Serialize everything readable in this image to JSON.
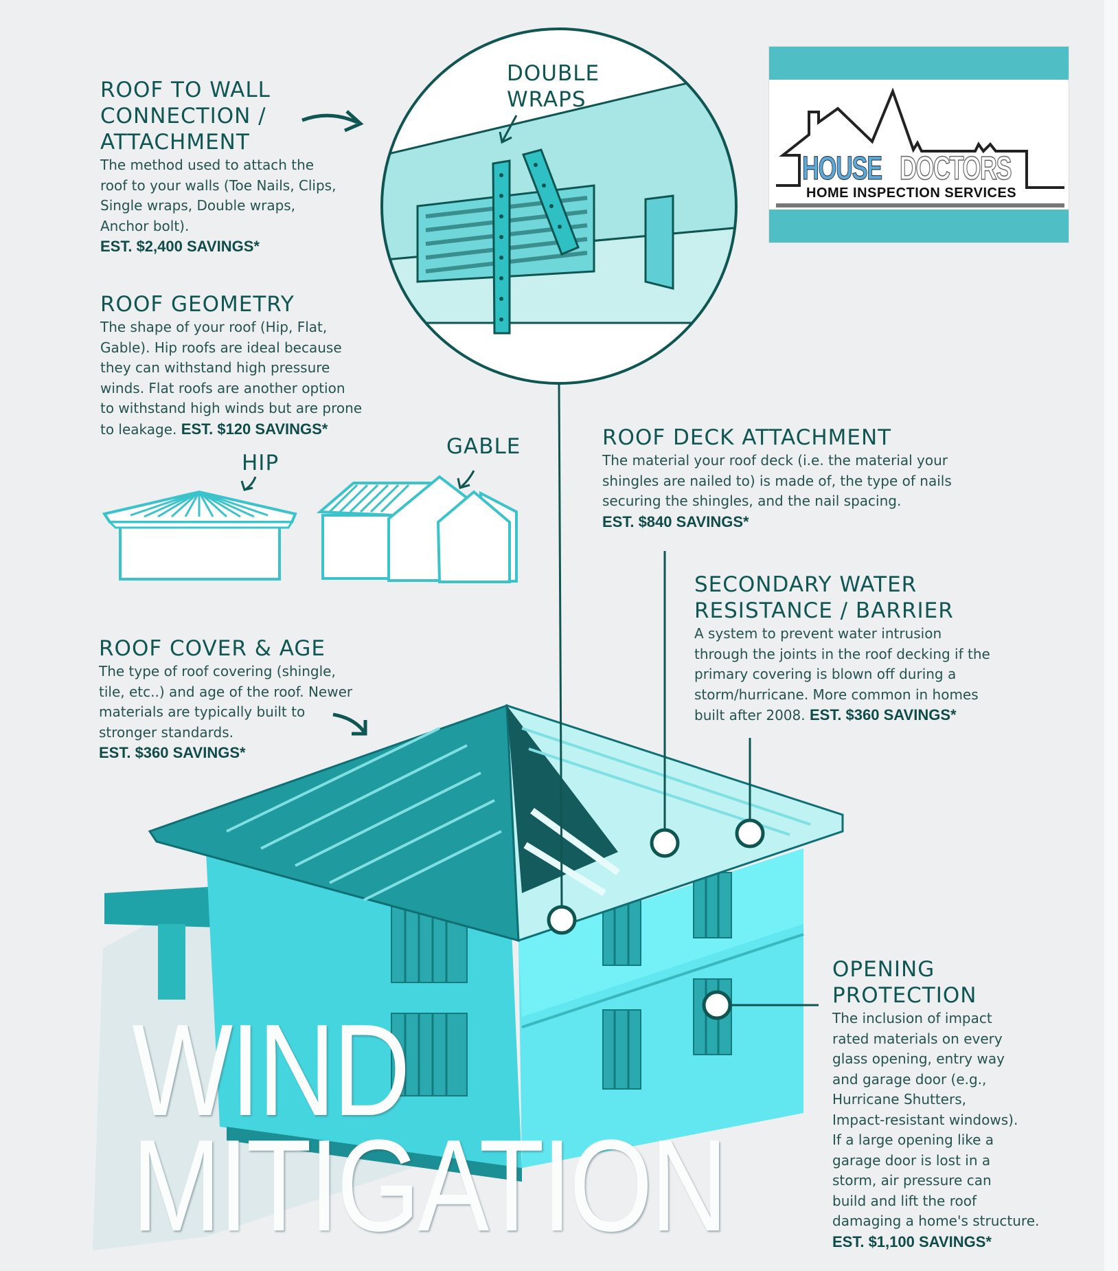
{
  "logo": {
    "brand_part1": "HOUSE",
    "brand_part2": "DOCTORS",
    "tagline": "HOME INSPECTION SERVICES",
    "accent_color": "#4fbfc5"
  },
  "detail_circle": {
    "label_lines": [
      "DOUBLE",
      "WRAPS"
    ]
  },
  "sections": {
    "roof_to_wall": {
      "title_lines": [
        "ROOF TO WALL",
        "CONNECTION /",
        "ATTACHMENT"
      ],
      "body_lines": [
        "The method used to attach the",
        "roof to your walls (Toe Nails, Clips,",
        "Single wraps, Double wraps,",
        "Anchor bolt)."
      ],
      "savings": "EST. $2,400 SAVINGS*"
    },
    "roof_geometry": {
      "title": "ROOF GEOMETRY",
      "body_lines": [
        "The shape of your roof (Hip, Flat,",
        "Gable). Hip roofs are ideal because",
        "they can withstand high pressure",
        "winds. Flat roofs are another option",
        "to withstand high winds but are prone",
        "to leakage."
      ],
      "savings": "EST. $120 SAVINGS*",
      "hip_label": "HIP",
      "gable_label": "GABLE"
    },
    "roof_deck": {
      "title": "ROOF DECK ATTACHMENT",
      "body_lines": [
        "The material your roof deck (i.e. the material your",
        "shingles are nailed to) is made of, the type of nails",
        "securing the shingles, and the nail spacing."
      ],
      "savings": "EST. $840 SAVINGS*"
    },
    "secondary_water": {
      "title_lines": [
        "SECONDARY WATER",
        "RESISTANCE / BARRIER"
      ],
      "body_lines": [
        "A system to prevent water intrusion",
        "through the joints in the roof decking if the",
        "primary covering is blown off during a",
        "storm/hurricane. More common in homes",
        "built after 2008."
      ],
      "savings": "EST. $360 SAVINGS*"
    },
    "roof_cover": {
      "title": "ROOF COVER & AGE",
      "body_lines": [
        "The type of roof covering (shingle,",
        "tile, etc..) and age of the roof. Newer",
        "materials are typically built to",
        "stronger standards."
      ],
      "savings": "EST. $360 SAVINGS*"
    },
    "opening_protection": {
      "title_lines": [
        "OPENING",
        "PROTECTION"
      ],
      "body_lines": [
        "The inclusion of impact",
        "rated materials on every",
        "glass opening, entry way",
        "and garage door (e.g.,",
        "Hurricane Shutters,",
        "Impact-resistant windows).",
        "If a large opening like a",
        "garage door is lost in a",
        "storm, air pressure can",
        "build and lift the roof",
        "damaging a home's structure."
      ],
      "savings": "EST. $1,100 SAVINGS*"
    }
  },
  "headline": {
    "line1": "WIND",
    "line2": "MITIGATION"
  },
  "colors": {
    "teal_dark": "#0f5552",
    "teal_roof": "#1f9a9f",
    "teal_wall": "#5fe0ea",
    "background": "#eeeff1"
  }
}
